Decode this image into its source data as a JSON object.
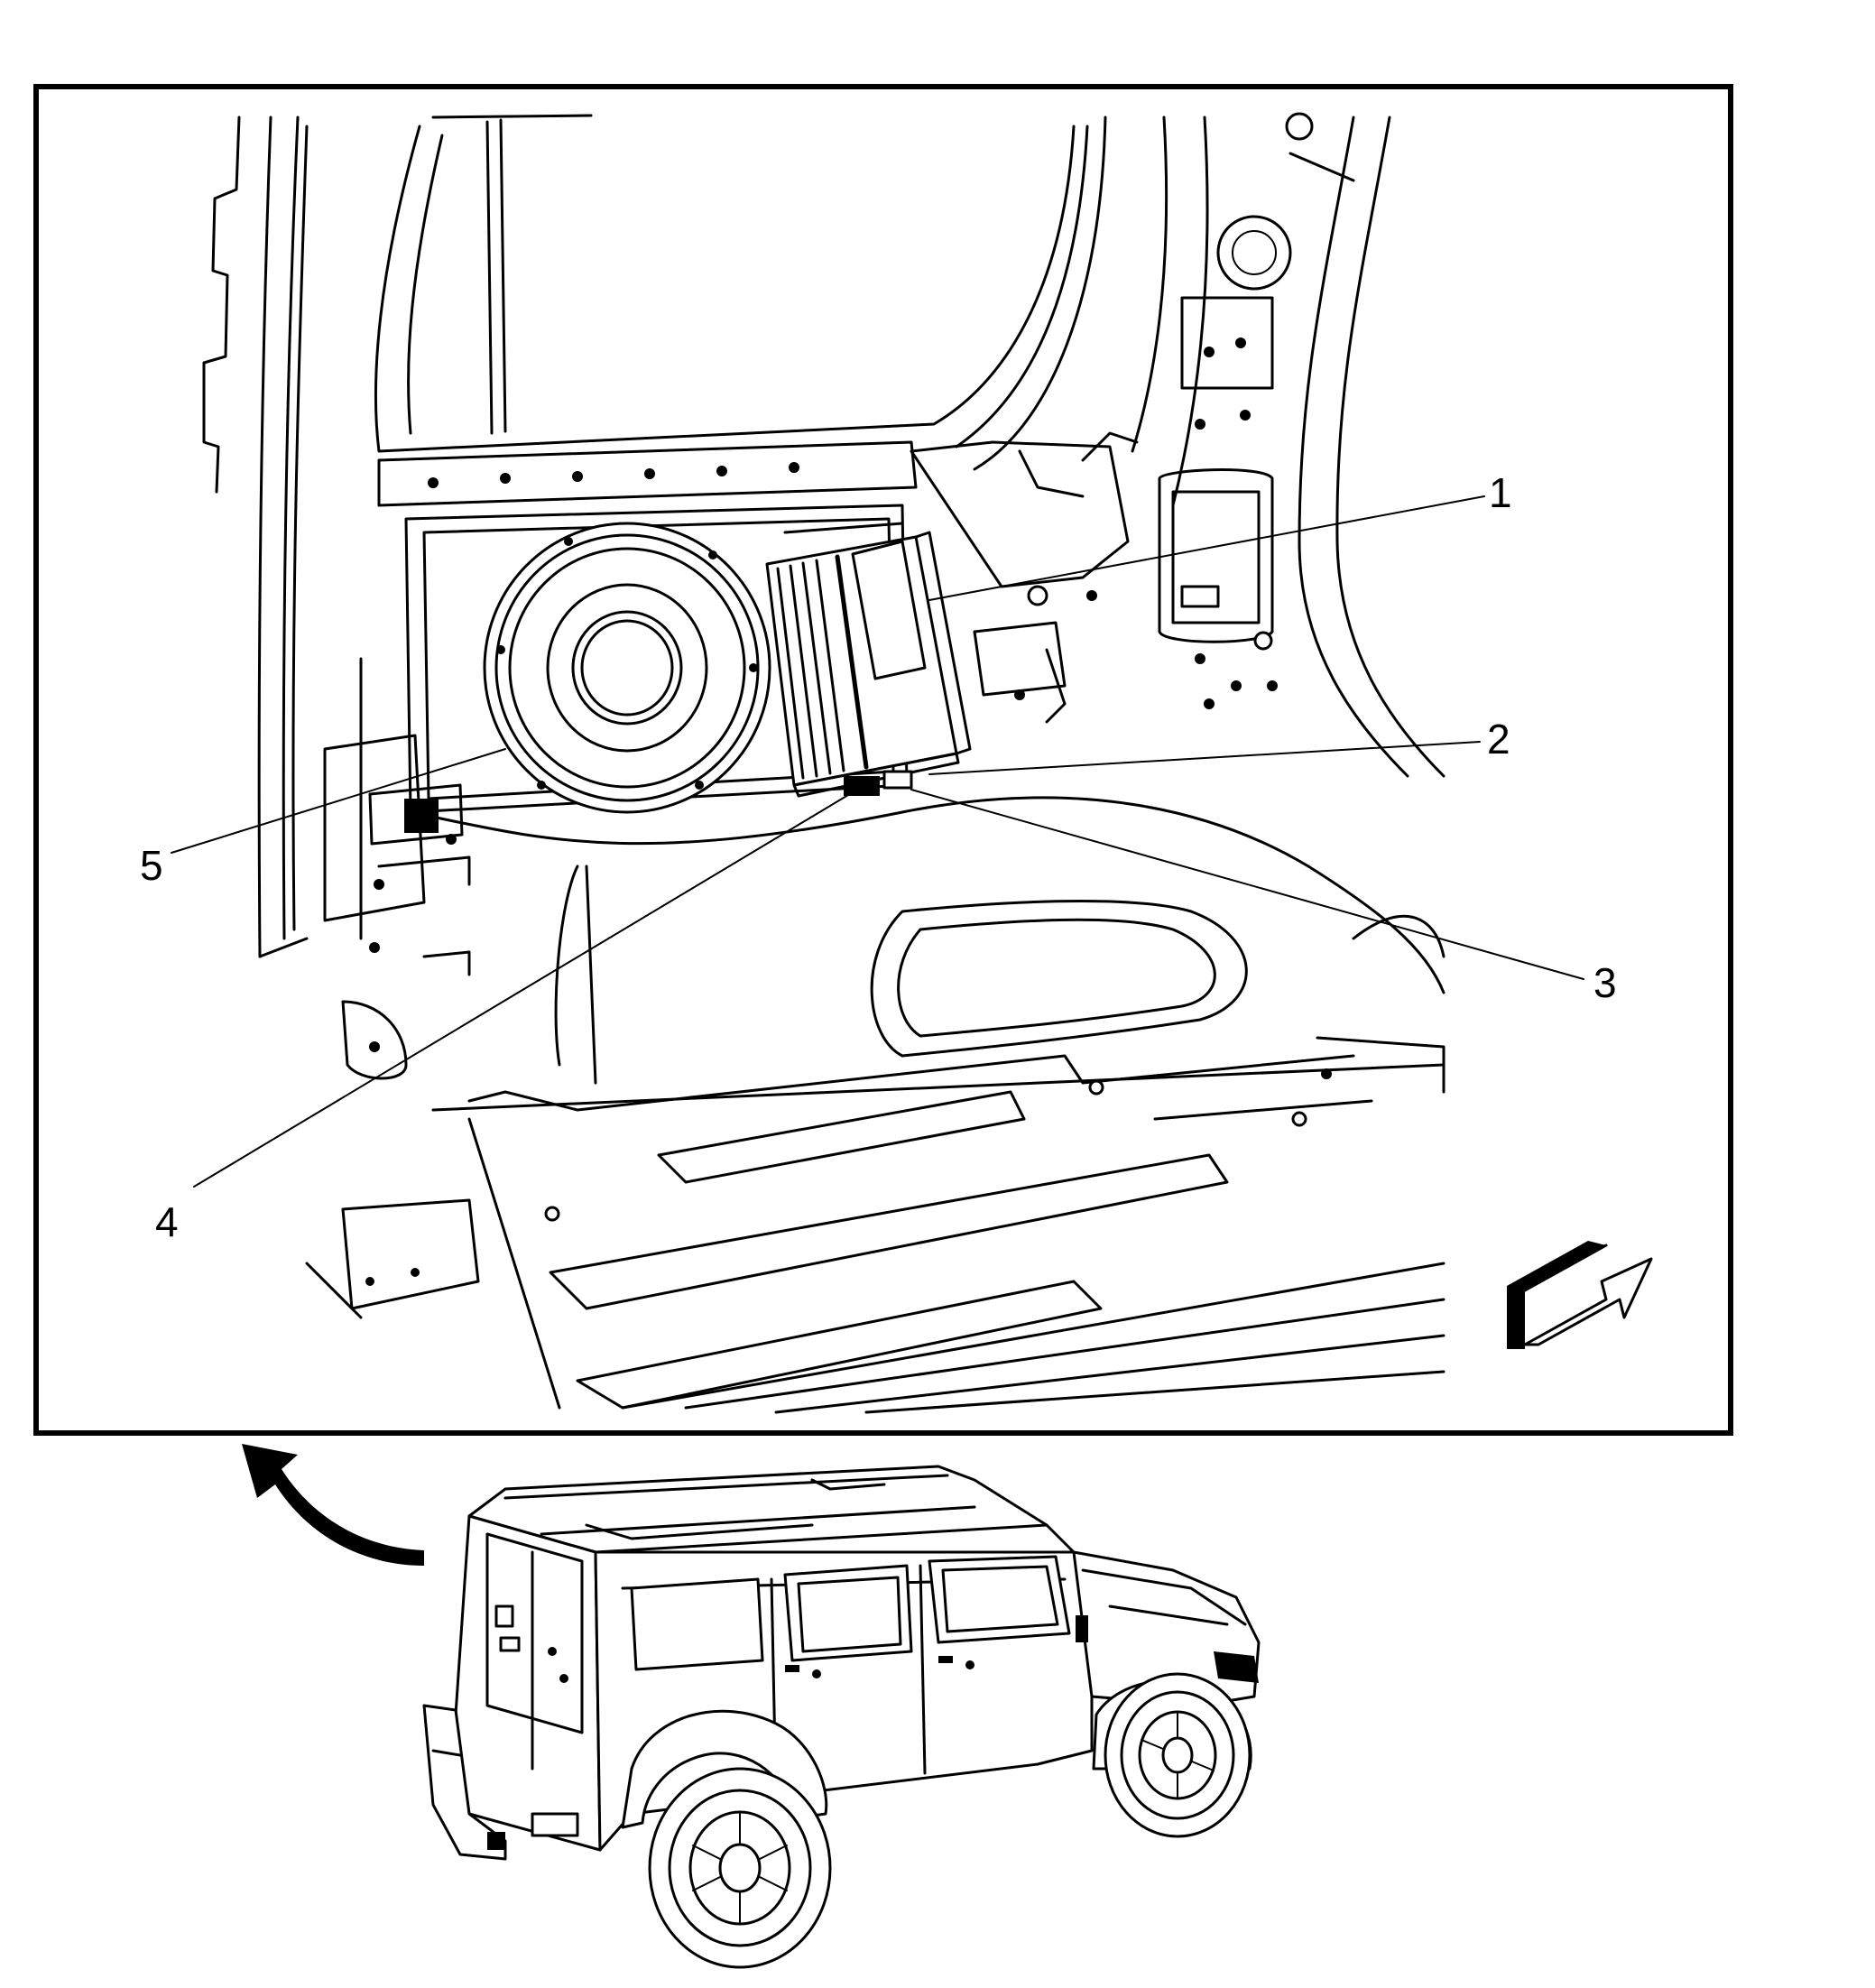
{
  "callouts": [
    {
      "id": "1",
      "label": "1"
    },
    {
      "id": "2",
      "label": "2"
    },
    {
      "id": "3",
      "label": "3"
    },
    {
      "id": "4",
      "label": "4"
    },
    {
      "id": "5",
      "label": "5"
    }
  ],
  "icons": {
    "view_direction": "view-direction-arrow",
    "location": "location-curved-arrow"
  }
}
